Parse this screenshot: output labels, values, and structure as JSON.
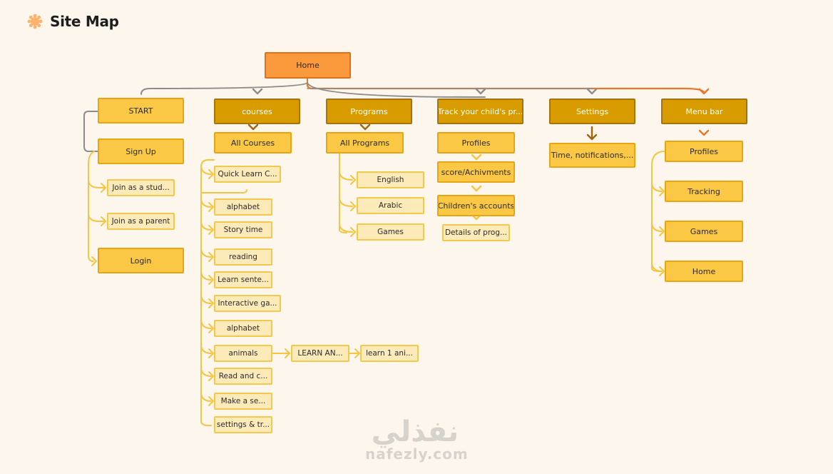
{
  "page": {
    "title": "Site Map",
    "icon": "sunburst-icon",
    "accent": "#fb9a3c"
  },
  "root": {
    "label": "Home"
  },
  "sections": {
    "start": {
      "label": "START",
      "children": [
        "Sign Up",
        "Join as a stud...",
        "Join as a parent",
        "Login"
      ]
    },
    "courses": {
      "label": "courses",
      "sub": "All Courses",
      "children": [
        "Quick Learn C...",
        "alphabet",
        "Story time",
        "reading",
        "Learn sente...",
        "Interactive ga...",
        "alphabet",
        "animals",
        "Read and c...",
        "Make a se...",
        "settings & tr..."
      ],
      "animals_chain": [
        "LEARN AN...",
        "learn 1 ani..."
      ]
    },
    "programs": {
      "label": "Programs",
      "sub": "All Programs",
      "children": [
        "English",
        "Arabic",
        "Games"
      ]
    },
    "track": {
      "label": "Track your child's pr...",
      "children": [
        "Profiles",
        "score/Achivments",
        "Children's accounts",
        "Details of prog..."
      ]
    },
    "settings": {
      "label": "Settings",
      "children": [
        "Time, notifications,..."
      ]
    },
    "menubar": {
      "label": "Menu bar",
      "children": [
        "Profiles",
        "Tracking",
        "Games",
        "Home"
      ]
    }
  },
  "watermark": {
    "arabic": "نفذلي",
    "latin": "nafezly.com"
  }
}
